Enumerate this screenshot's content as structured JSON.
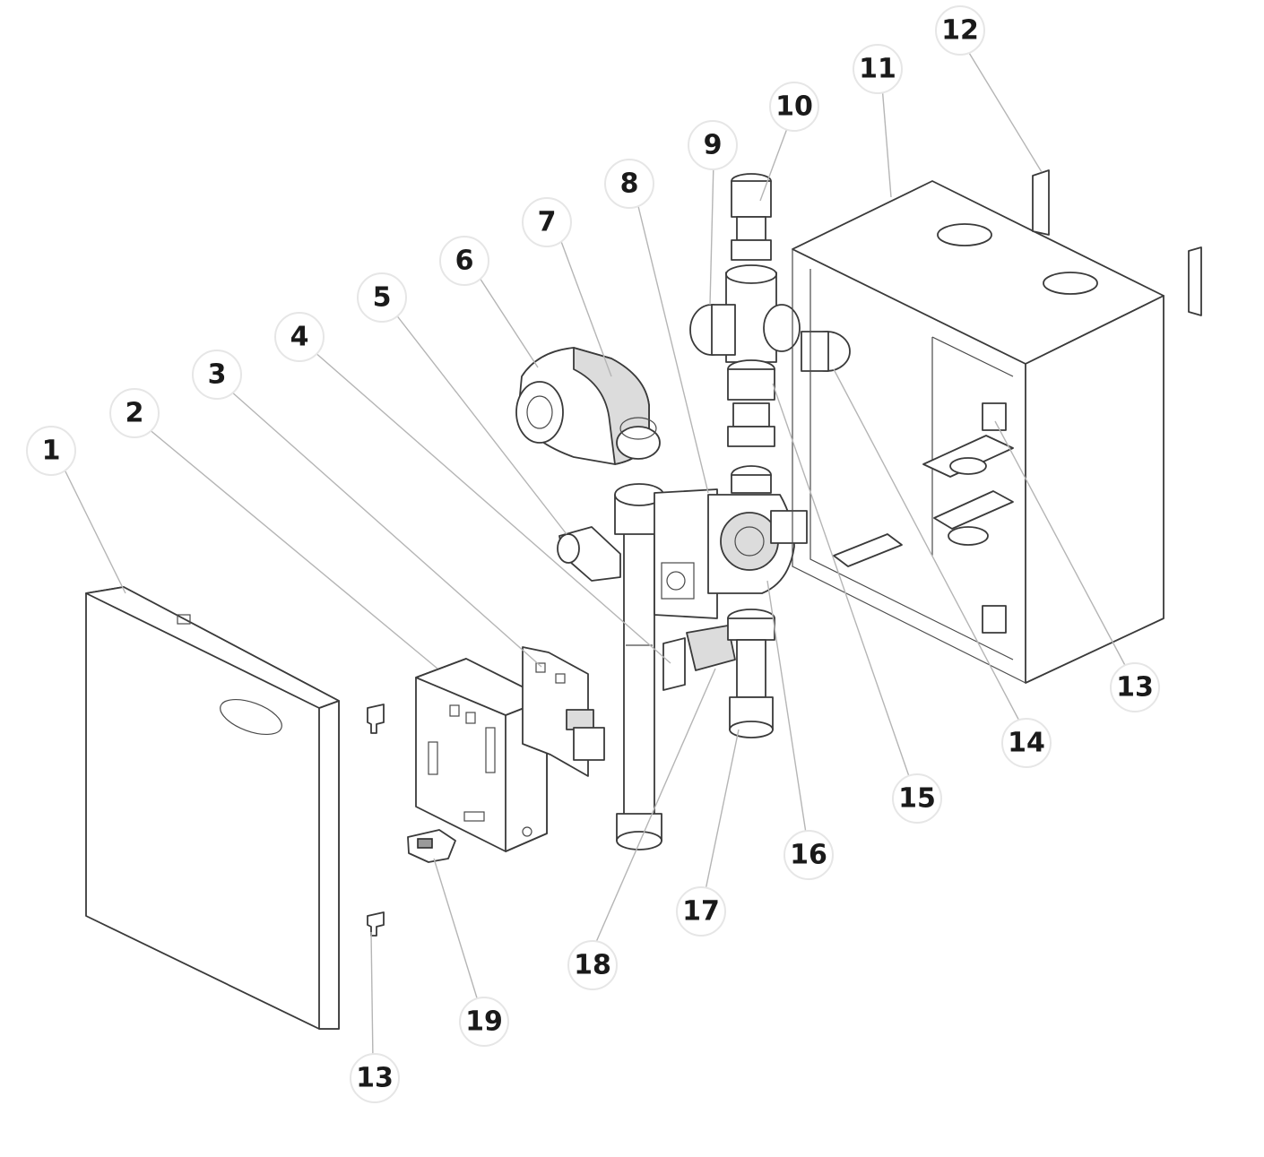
{
  "callouts": [
    {
      "id": "c1",
      "label": "1"
    },
    {
      "id": "c2",
      "label": "2"
    },
    {
      "id": "c3",
      "label": "3"
    },
    {
      "id": "c4",
      "label": "4"
    },
    {
      "id": "c5",
      "label": "5"
    },
    {
      "id": "c6",
      "label": "6"
    },
    {
      "id": "c7",
      "label": "7"
    },
    {
      "id": "c8",
      "label": "8"
    },
    {
      "id": "c9",
      "label": "9"
    },
    {
      "id": "c10",
      "label": "10"
    },
    {
      "id": "c11",
      "label": "11"
    },
    {
      "id": "c12",
      "label": "12"
    },
    {
      "id": "c13a",
      "label": "13"
    },
    {
      "id": "c13b",
      "label": "13"
    },
    {
      "id": "c14",
      "label": "14"
    },
    {
      "id": "c15",
      "label": "15"
    },
    {
      "id": "c16",
      "label": "16"
    },
    {
      "id": "c17",
      "label": "17"
    },
    {
      "id": "c18",
      "label": "18"
    },
    {
      "id": "c19",
      "label": "19"
    }
  ]
}
